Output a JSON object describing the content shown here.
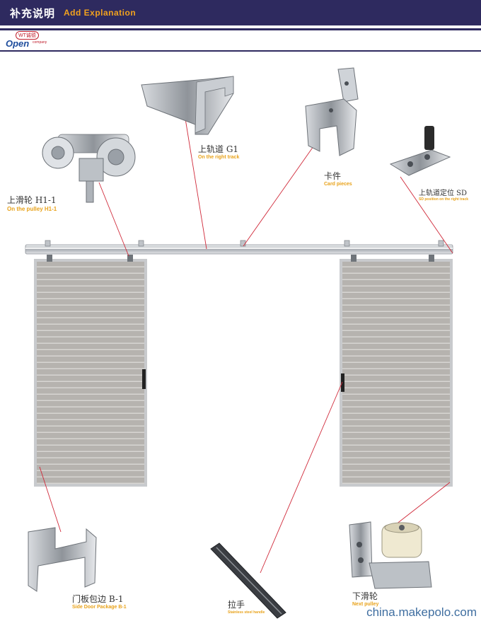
{
  "header": {
    "title_cn": "补充说明",
    "title_en": "Add Explanation"
  },
  "logo": {
    "chip": "WT诚德",
    "main": "Open",
    "sub": "company"
  },
  "parts": {
    "upper_pulley": {
      "cn": "上滑轮 H1-1",
      "en": "On the pulley H1-1"
    },
    "upper_track": {
      "cn": "上轨道 G1",
      "en": "On the right track"
    },
    "card_pieces": {
      "cn": "卡件",
      "en": "Card pieces"
    },
    "track_positioning": {
      "cn": "上轨道定位 SD",
      "en": "SD position on the right track"
    },
    "side_door_package": {
      "cn": "门板包边 B-1",
      "en": "Side Door Package B-1"
    },
    "handle": {
      "cn": "拉手",
      "en": "Stainless steel handle"
    },
    "lower_pulley": {
      "cn": "下滑轮",
      "en": "Next pulley"
    }
  },
  "watermark": "china.makepolo.com",
  "colors": {
    "header": "#2e2a5f",
    "accent": "#e8a21a",
    "leader_line": "#d02a3a",
    "door": "#b4b1ad"
  }
}
